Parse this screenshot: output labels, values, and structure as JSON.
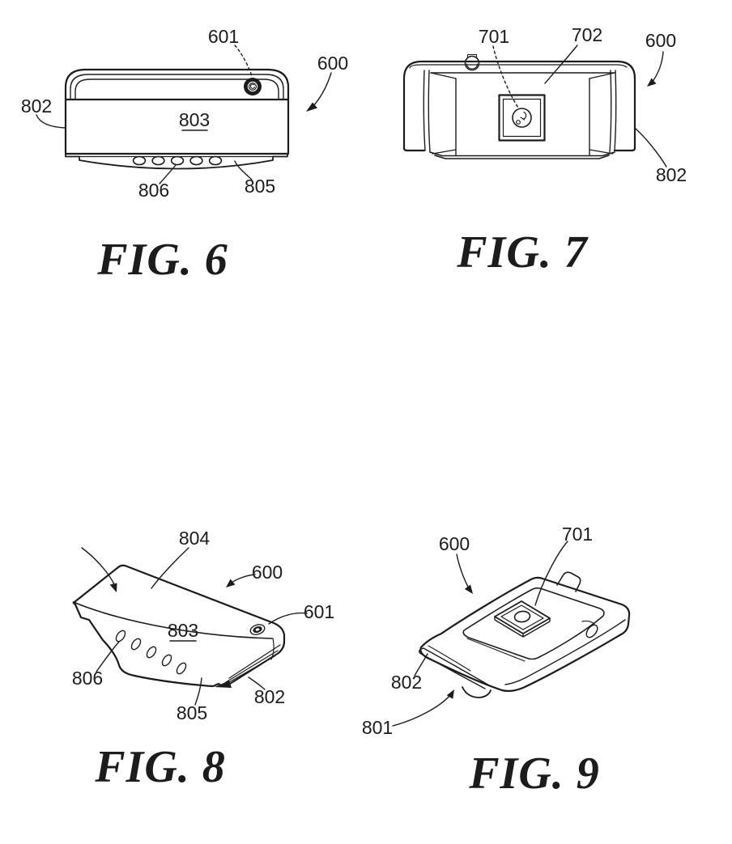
{
  "ink": "#1c1c1c",
  "background": "#ffffff",
  "figures": {
    "fig6": {
      "caption": "FIG. 6",
      "refs": {
        "601": "601",
        "600": "600",
        "802": "802",
        "803": "803",
        "806": "806",
        "805": "805"
      }
    },
    "fig7": {
      "caption": "FIG. 7",
      "refs": {
        "701": "701",
        "702": "702",
        "600": "600",
        "802": "802"
      }
    },
    "fig8": {
      "caption": "FIG. 8",
      "refs": {
        "804": "804",
        "600": "600",
        "601": "601",
        "803": "803",
        "806": "806",
        "805": "805",
        "802": "802"
      }
    },
    "fig9": {
      "caption": "FIG. 9",
      "refs": {
        "600": "600",
        "701": "701",
        "802": "802",
        "801": "801"
      }
    }
  }
}
